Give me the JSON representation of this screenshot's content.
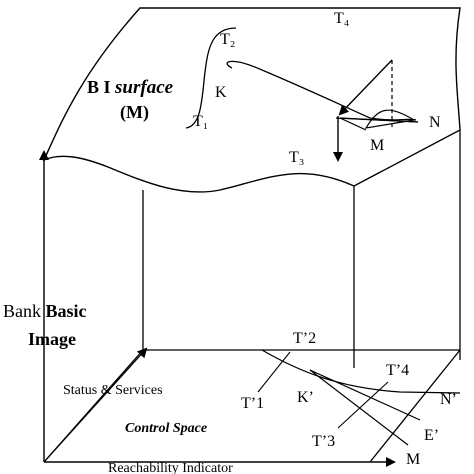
{
  "surface": {
    "title_prefix": "B I",
    "title_italic": "surface",
    "title_symbol": "(M)"
  },
  "points": {
    "t1": "T₁",
    "t2": "T₂",
    "t3": "T₃",
    "t4": "T₄",
    "k": "K",
    "n": "N",
    "m": "M"
  },
  "axes": {
    "vertical_plain": "Bank ",
    "vertical_bold": "Basic",
    "vertical_second": "Image",
    "horizontal": "Reachability Indicator",
    "depth": "Status & Services",
    "corner": "M"
  },
  "control_space": {
    "label": "Control Space",
    "t1p": "T’1",
    "t2p": "T’2",
    "t3p": "T’3",
    "t4p": "T’4",
    "kp": "K’",
    "np": "N’",
    "ep": "E’"
  }
}
